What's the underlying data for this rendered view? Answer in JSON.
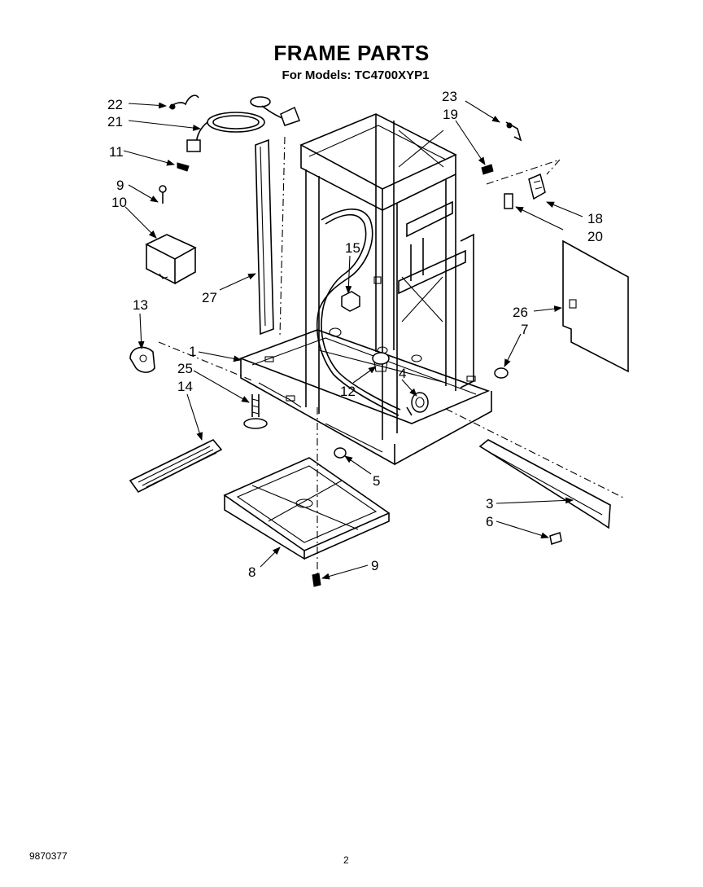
{
  "header": {
    "title": "FRAME PARTS",
    "subtitle": "For Models: TC4700XYP1"
  },
  "footer": {
    "doc_number": "9870377",
    "page_number": "2"
  },
  "callouts": [
    "22",
    "21",
    "11",
    "9",
    "10",
    "13",
    "1",
    "25",
    "14",
    "27",
    "15",
    "12",
    "4",
    "5",
    "8",
    "9",
    "23",
    "19",
    "18",
    "20",
    "26",
    "7",
    "3",
    "6"
  ]
}
